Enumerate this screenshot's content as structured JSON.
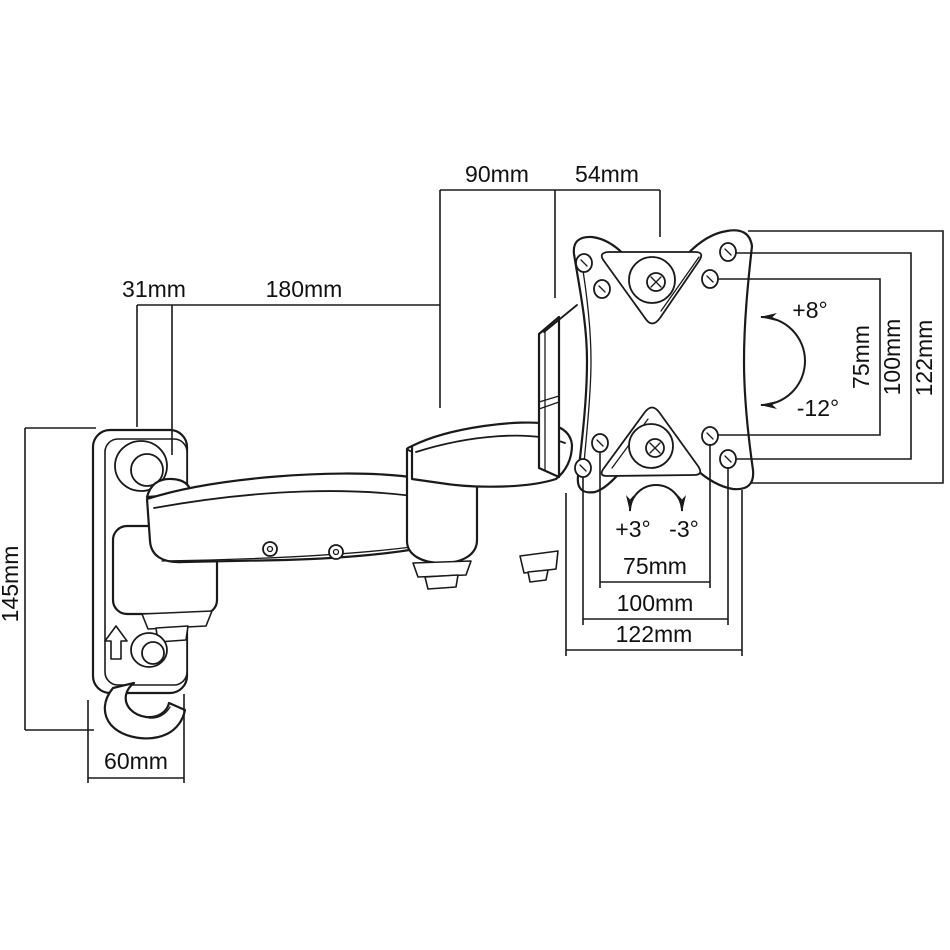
{
  "diagram": {
    "subject": "monitor-wall-mount-arm-technical-drawing",
    "colors": {
      "background": "#ffffff",
      "line": "#1a1a1a",
      "text": "#111111"
    },
    "dimensions": {
      "top": {
        "arm_depth": "90mm",
        "plate_offset": "54mm"
      },
      "left": {
        "wall_clearance": "31mm",
        "arm_reach": "180mm"
      },
      "bracket": {
        "height": "145mm",
        "width": "60mm"
      },
      "vesa_vertical": {
        "v75": "75mm",
        "v100": "100mm",
        "v122": "122mm"
      },
      "vesa_horizontal": {
        "h75": "75mm",
        "h100": "100mm",
        "h122": "122mm"
      },
      "angles": {
        "tilt_up": "+8°",
        "tilt_down": "-12°",
        "swivel_plus": "+3°",
        "swivel_minus": "-3°"
      }
    },
    "icons": {
      "up_arrow": "arrow-up"
    }
  }
}
